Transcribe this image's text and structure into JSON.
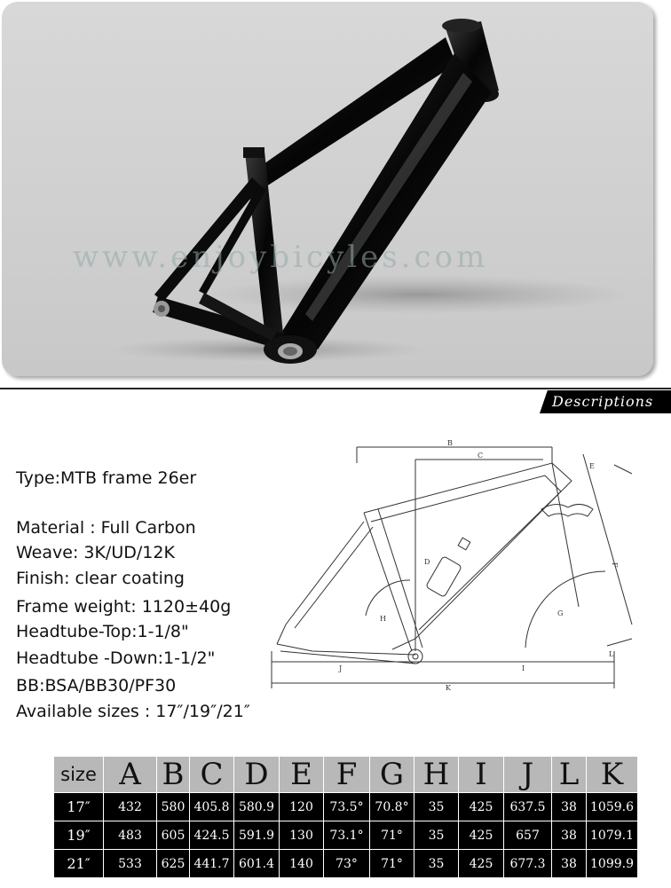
{
  "photo": {
    "watermark": "www.enjoybicyles.com"
  },
  "section": {
    "label": "Descriptions"
  },
  "specs": [
    "Type:MTB frame 26er",
    "Material : Full Carbon",
    "Weave: 3K/UD/12K",
    "Finish: clear coating",
    "Frame weight: 1120±40g",
    "Headtube-Top:1-1/8\"",
    "Headtube -Down:1-1/2\"",
    "BB:BSA/BB30/PF30",
    "Available sizes : 17″/19″/21″"
  ],
  "diagram_labels": {
    "B": "B",
    "C": "C",
    "D": "D",
    "E": "E",
    "F": "F",
    "G": "G",
    "H": "H",
    "I": "I",
    "J": "J",
    "K": "K",
    "L": "L"
  },
  "geometry": {
    "headers": [
      "size",
      "A",
      "B",
      "C",
      "D",
      "E",
      "F",
      "G",
      "H",
      "I",
      "J",
      "L",
      "K"
    ],
    "rows": [
      [
        "17″",
        "432",
        "580",
        "405.8",
        "580.9",
        "120",
        "73.5°",
        "70.8°",
        "35",
        "425",
        "637.5",
        "38",
        "1059.6"
      ],
      [
        "19″",
        "483",
        "605",
        "424.5",
        "591.9",
        "130",
        "73.1°",
        "71°",
        "35",
        "425",
        "657",
        "38",
        "1079.1"
      ],
      [
        "21″",
        "533",
        "625",
        "441.7",
        "601.4",
        "140",
        "73°",
        "71°",
        "35",
        "425",
        "677.3",
        "38",
        "1099.9"
      ]
    ]
  }
}
